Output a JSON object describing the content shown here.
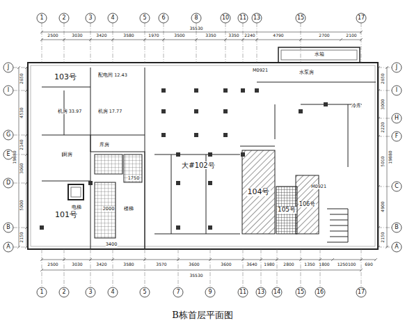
{
  "diagram": {
    "caption": "B栋首层平面图",
    "nodes": [
      {
        "text": [
          "103号"
        ]
      },
      {
        "text": [
          "101号"
        ]
      },
      {
        "text": [
          "大#102号"
        ]
      },
      {
        "text": [
          "104号"
        ]
      },
      {
        "text": [
          "105号"
        ]
      },
      {
        "text": [
          "106号"
        ]
      },
      {
        "text": [
          "水箱"
        ]
      }
    ],
    "labels": [
      "1",
      "2",
      "3",
      "4",
      "5",
      "6",
      "8",
      "10",
      "11",
      "13",
      "15",
      "17",
      "1",
      "2",
      "3",
      "4",
      "5",
      "7",
      "9",
      "11",
      "13",
      "14",
      "15",
      "16",
      "17",
      "J",
      "I",
      "G",
      "E",
      "D",
      "B",
      "A",
      "J",
      "I",
      "H",
      "F",
      "C",
      "B",
      "A",
      "2500",
      "3030",
      "3420",
      "3580",
      "1970",
      "3500",
      "3350",
      "3350",
      "2240",
      "4790",
      "2700",
      "2100",
      "35530",
      "2500",
      "3030",
      "3420",
      "3580",
      "3570",
      "3600",
      "3600",
      "3640",
      "1980",
      "2800",
      "1350",
      "1800",
      "1250100",
      "690",
      "35530",
      "2650",
      "4530",
      "2140",
      "3060",
      "5000",
      "2150",
      "19880",
      "2650",
      "3000",
      "2220",
      "5010",
      "4900",
      "2150",
      "19880",
      "配电间 12.43",
      "机房 33.97",
      "机房 17.77",
      "厨房",
      "库房",
      "电梯",
      "楼梯",
      "水泵房",
      "冷库",
      "M0921",
      "M0921",
      "1750",
      "2000",
      "3400"
    ]
  }
}
